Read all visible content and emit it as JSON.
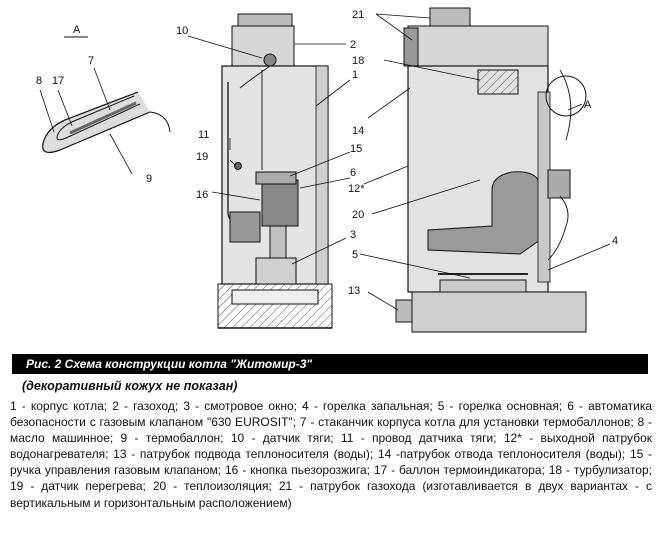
{
  "figure": {
    "caption": "Рис. 2  Схема конструкции котла \"Житомир-3\"",
    "subtitle": "(декоративный кожух не показан)",
    "legend": "1 - корпус котла; 2 - газоход; 3 - смотровое окно; 4 - горелка запальная; 5 - горелка основная; 6 - автоматика безопасности с газовым клапаном \"630 EUROSIT\"; 7 - стаканчик корпуса котла для установки термобаллонов; 8 - масло машинное; 9 - термобаллон; 10 - датчик тяги; 11 - провод датчика тяги; 12* - выходной патрубок водонагревателя; 13 - патрубок подвода теплоносителя (воды); 14 -патрубок отвода теплоносителя (воды); 15 - ручка управления газовым клапаном; 16 - кнопка пьезорозжига; 17 - баллон термоиндикатора; 18 - турбулизатор; 19 - датчик перегрева; 20 - теплоизоляция; 21 - патрубок газохода (изготавливается в двух вариантах - с вертикальным и горизонтальным расположением)"
  },
  "labels": {
    "view_a_top": "А",
    "view_a_side": "А",
    "l1": "1",
    "l2": "2",
    "l3": "3",
    "l4": "4",
    "l5": "5",
    "l6": "6",
    "l7": "7",
    "l8": "8",
    "l9": "9",
    "l10": "10",
    "l11": "11",
    "l12": "12*",
    "l13": "13",
    "l14": "14",
    "l15": "15",
    "l16": "16",
    "l17": "17",
    "l18": "18",
    "l19": "19",
    "l20": "20",
    "l21": "21"
  }
}
